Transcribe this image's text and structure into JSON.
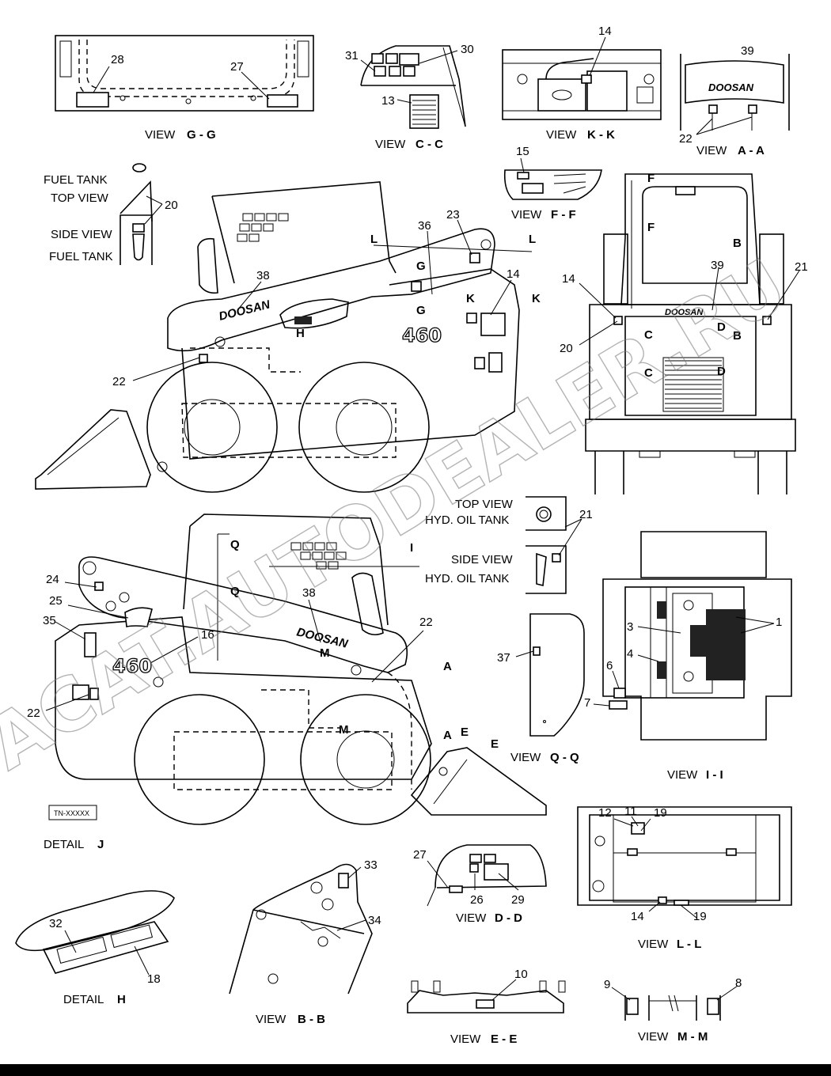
{
  "views": {
    "gg": {
      "prefix": "VIEW",
      "name": "G - G"
    },
    "cc": {
      "prefix": "VIEW",
      "name": "C - C"
    },
    "kk": {
      "prefix": "VIEW",
      "name": "K - K"
    },
    "aa": {
      "prefix": "VIEW",
      "name": "A - A"
    },
    "ff": {
      "prefix": "VIEW",
      "name": "F - F"
    },
    "qq": {
      "prefix": "VIEW",
      "name": "Q - Q"
    },
    "ii": {
      "prefix": "VIEW",
      "name": "I - I"
    },
    "ll": {
      "prefix": "VIEW",
      "name": "L - L"
    },
    "dd": {
      "prefix": "VIEW",
      "name": "D - D"
    },
    "bb": {
      "prefix": "VIEW",
      "name": "B - B"
    },
    "ee": {
      "prefix": "VIEW",
      "name": "E - E"
    },
    "mm": {
      "prefix": "VIEW",
      "name": "M - M"
    },
    "detail_j": {
      "prefix": "DETAIL",
      "name": "J"
    },
    "detail_h": {
      "prefix": "DETAIL",
      "name": "H"
    }
  },
  "fuel_tank": {
    "top_line1": "FUEL TANK",
    "top_line2": "TOP VIEW",
    "side_line1": "SIDE VIEW",
    "side_line2": "FUEL TANK"
  },
  "hyd_tank": {
    "top_line1": "TOP VIEW",
    "top_line2": "HYD. OIL TANK",
    "side_line1": "SIDE VIEW",
    "side_line2": "HYD. OIL TANK"
  },
  "brand": "DOOSAN",
  "model": "460",
  "tn_box": "TN-XXXXX",
  "watermark": "ACAT.AUTODEALER.RU",
  "section_letters": {
    "l": "L",
    "g": "G",
    "k": "K",
    "h": "H",
    "f": "F",
    "b": "B",
    "c": "C",
    "d": "D",
    "q": "Q",
    "i": "I",
    "m": "M",
    "a": "A",
    "e": "E"
  },
  "callouts": {
    "c1": "1",
    "c3": "3",
    "c4": "4",
    "c6": "6",
    "c7": "7",
    "c8": "8",
    "c9": "9",
    "c10": "10",
    "c11": "11",
    "c12": "12",
    "c13": "13",
    "c14": "14",
    "c15": "15",
    "c16": "16",
    "c18": "18",
    "c19": "19",
    "c20": "20",
    "c21": "21",
    "c22": "22",
    "c23": "23",
    "c24": "24",
    "c25": "25",
    "c26": "26",
    "c27": "27",
    "c28": "28",
    "c29": "29",
    "c30": "30",
    "c31": "31",
    "c32": "32",
    "c33": "33",
    "c34": "34",
    "c35": "35",
    "c36": "36",
    "c37": "37",
    "c38": "38",
    "c39": "39"
  }
}
